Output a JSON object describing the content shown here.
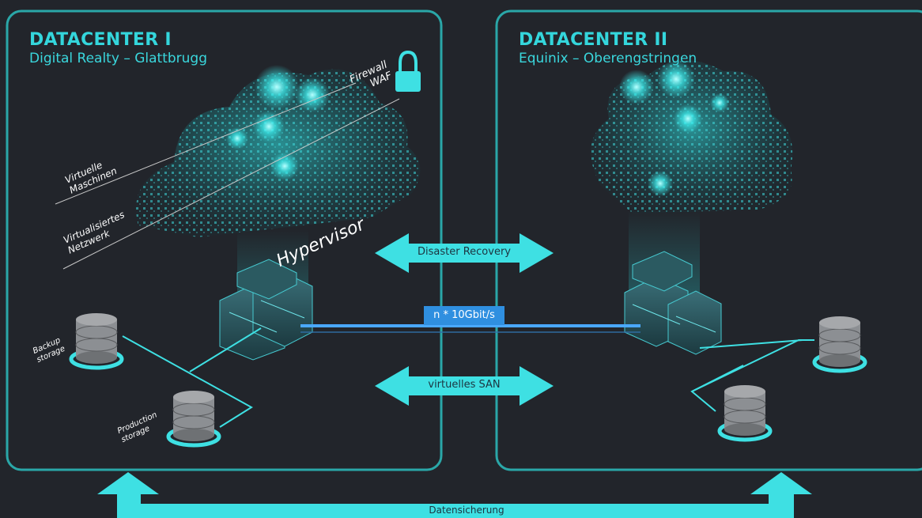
{
  "datacenter1": {
    "title": "DATACENTER I",
    "subtitle": "Digital Realty – Glattbrugg"
  },
  "datacenter2": {
    "title": "DATACENTER II",
    "subtitle": "Equinix – Oberengstringen"
  },
  "labels": {
    "firewall": "Firewall",
    "waf": "WAF",
    "vm_line1": "Virtuelle",
    "vm_line2": "Maschinen",
    "net_line1": "Virtualisiertes",
    "net_line2": "Netzwerk",
    "hypervisor": "Hypervisor",
    "backup_line1": "Backup",
    "backup_line2": "storage",
    "prod_line1": "Production",
    "prod_line2": "storage"
  },
  "connections": {
    "disaster_recovery": "Disaster Recovery",
    "network": "n * 10Gbit/s",
    "san": "virtuelles SAN",
    "backup": "Datensicherung"
  },
  "colors": {
    "background": "#22252b",
    "panel_border": "#2aa7a8",
    "accent": "#3ee0e3",
    "network": "#2f8fe0"
  },
  "icons": [
    "cloud-icon",
    "lock-icon",
    "server-rack-icon",
    "database-icon"
  ]
}
